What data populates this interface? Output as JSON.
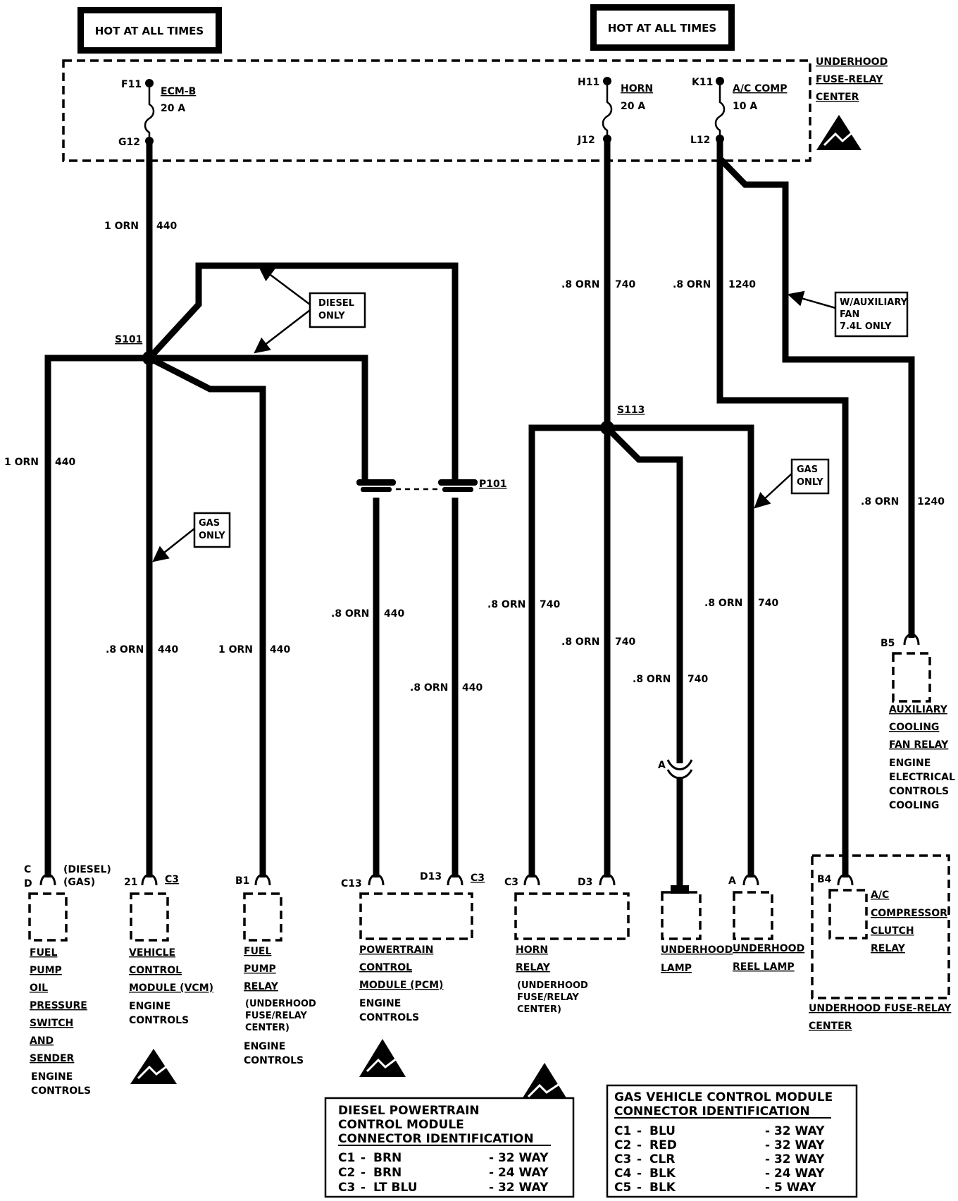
{
  "header_left": "HOT AT ALL TIMES",
  "header_right": "HOT AT ALL TIMES",
  "fuse_center": [
    "UNDERHOOD",
    "FUSE-RELAY",
    "CENTER"
  ],
  "fuses": {
    "ecm": {
      "top": "F11",
      "bottom": "G12",
      "name": "ECM-B",
      "rating": "20 A"
    },
    "horn": {
      "top": "H11",
      "bottom": "J12",
      "name": "HORN",
      "rating": "20 A"
    },
    "ac": {
      "top": "K11",
      "bottom": "L12",
      "name": "A/C COMP",
      "rating": "10 A"
    }
  },
  "wires": {
    "w_main440": {
      "gauge": "1 ORN",
      "circuit": "440"
    },
    "w_fp440": {
      "gauge": "1 ORN",
      "circuit": "440"
    },
    "w_vcm440": {
      "gauge": ".8 ORN",
      "circuit": "440"
    },
    "w_fpr440": {
      "gauge": "1 ORN",
      "circuit": "440"
    },
    "w_pcm1": {
      "gauge": ".8 ORN",
      "circuit": "440"
    },
    "w_pcm2": {
      "gauge": ".8 ORN",
      "circuit": "440"
    },
    "w_horn740": {
      "gauge": ".8 ORN",
      "circuit": "740"
    },
    "w_hr1": {
      "gauge": ".8 ORN",
      "circuit": "740"
    },
    "w_hr2": {
      "gauge": ".8 ORN",
      "circuit": "740"
    },
    "w_lamp": {
      "gauge": ".8 ORN",
      "circuit": "740"
    },
    "w_reel": {
      "gauge": ".8 ORN",
      "circuit": "740"
    },
    "w_ac1240": {
      "gauge": ".8 ORN",
      "circuit": "1240"
    },
    "w_aux1240": {
      "gauge": ".8 ORN",
      "circuit": "1240"
    }
  },
  "splices": {
    "s101": "S101",
    "s113": "S113",
    "p101": "P101"
  },
  "notes": {
    "diesel_only": [
      "DIESEL",
      "ONLY"
    ],
    "gas_only_1": [
      "GAS",
      "ONLY"
    ],
    "gas_only_2": [
      "GAS",
      "ONLY"
    ],
    "aux_fan": [
      "W/AUXILIARY",
      "FAN",
      "7.4L  ONLY"
    ]
  },
  "pins": {
    "fp_c": "C",
    "fp_d": "D",
    "fp_diesel": "(DIESEL)",
    "fp_gas": "(GAS)",
    "vcm_21": "21",
    "vcm_c3": "C3",
    "fpr_b1": "B1",
    "pcm_c13": "C13",
    "pcm_d13": "D13",
    "pcm_c3": "C3",
    "hr_c3": "C3",
    "hr_d3": "D3",
    "lamp_a": "A",
    "reel_a": "A",
    "aux_b5": "B5",
    "ac_b4": "B4"
  },
  "components": {
    "fuel_pump": [
      "FUEL",
      "PUMP",
      "OIL",
      "PRESSURE",
      "SWITCH",
      "AND",
      "SENDER"
    ],
    "fuel_pump_sub": [
      "ENGINE",
      "CONTROLS"
    ],
    "vcm": [
      "VEHICLE",
      "CONTROL",
      "MODULE (VCM)"
    ],
    "vcm_sub": [
      "ENGINE",
      "CONTROLS"
    ],
    "fpr": [
      "FUEL",
      "PUMP",
      "RELAY"
    ],
    "fpr_sub": [
      "(UNDERHOOD",
      "FUSE/RELAY",
      "CENTER)",
      "ENGINE",
      "CONTROLS"
    ],
    "pcm": [
      "POWERTRAIN",
      "CONTROL",
      "MODULE (PCM)"
    ],
    "pcm_sub": [
      "ENGINE",
      "CONTROLS"
    ],
    "horn_relay": [
      "HORN",
      "RELAY"
    ],
    "horn_relay_sub": [
      "(UNDERHOOD",
      "FUSE/RELAY",
      "CENTER)"
    ],
    "lamp": [
      "UNDERHOOD",
      "LAMP"
    ],
    "reel": [
      "UNDERHOOD",
      "REEL LAMP"
    ],
    "aux_relay": [
      "AUXILIARY",
      "COOLING",
      "FAN RELAY"
    ],
    "aux_sub": [
      "ENGINE",
      "ELECTRICAL",
      "CONTROLS",
      "COOLING"
    ],
    "ac_relay": [
      "A/C",
      "COMPRESSOR",
      "CLUTCH",
      "RELAY"
    ],
    "ufrc": [
      "UNDERHOOD FUSE-RELAY",
      "CENTER"
    ]
  },
  "table_diesel": {
    "title": [
      "DIESEL POWERTRAIN",
      "CONTROL MODULE",
      "CONNECTOR IDENTIFICATION"
    ],
    "rows": [
      {
        "conn": "C1",
        "color": "BRN",
        "ways": "- 32 WAY"
      },
      {
        "conn": "C2",
        "color": "BRN",
        "ways": "- 24 WAY"
      },
      {
        "conn": "C3",
        "color": "LT BLU",
        "ways": "- 32 WAY"
      }
    ]
  },
  "table_gas": {
    "title": [
      "GAS VEHICLE CONTROL MODULE",
      "CONNECTOR IDENTIFICATION"
    ],
    "rows": [
      {
        "conn": "C1",
        "color": "BLU",
        "ways": "- 32 WAY"
      },
      {
        "conn": "C2",
        "color": "RED",
        "ways": "- 32 WAY"
      },
      {
        "conn": "C3",
        "color": "CLR",
        "ways": "- 32 WAY"
      },
      {
        "conn": "C4",
        "color": "BLK",
        "ways": "- 24 WAY"
      },
      {
        "conn": "C5",
        "color": "BLK",
        "ways": "-  5  WAY"
      }
    ]
  }
}
